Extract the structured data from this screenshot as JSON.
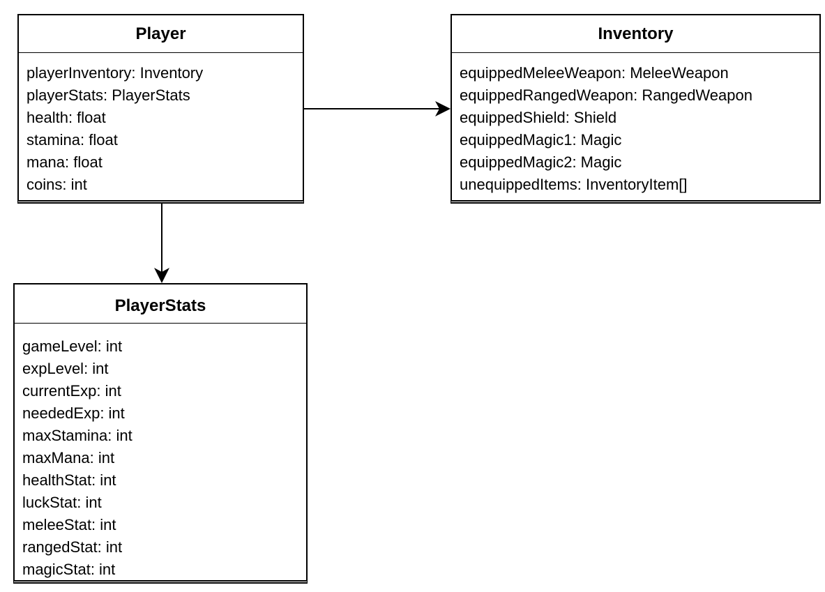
{
  "classes": {
    "player": {
      "name": "Player",
      "attributes": [
        "playerInventory: Inventory",
        "playerStats: PlayerStats",
        "health: float",
        "stamina: float",
        "mana: float",
        "coins: int"
      ]
    },
    "inventory": {
      "name": "Inventory",
      "attributes": [
        "equippedMeleeWeapon: MeleeWeapon",
        "equippedRangedWeapon: RangedWeapon",
        "equippedShield: Shield",
        "equippedMagic1: Magic",
        "equippedMagic2: Magic",
        "unequippedItems: InventoryItem[]"
      ]
    },
    "player_stats": {
      "name": "PlayerStats",
      "attributes": [
        "gameLevel: int",
        "expLevel: int",
        "currentExp: int",
        "neededExp: int",
        "maxStamina: int",
        "maxMana: int",
        "healthStat: int",
        "luckStat: int",
        "meleeStat: int",
        "rangedStat: int",
        "magicStat: int"
      ]
    }
  },
  "associations": [
    {
      "from": "Player",
      "to": "Inventory",
      "type": "directed-association"
    },
    {
      "from": "Player",
      "to": "PlayerStats",
      "type": "directed-association"
    }
  ],
  "colors": {
    "line": "#000000",
    "background": "#ffffff"
  }
}
